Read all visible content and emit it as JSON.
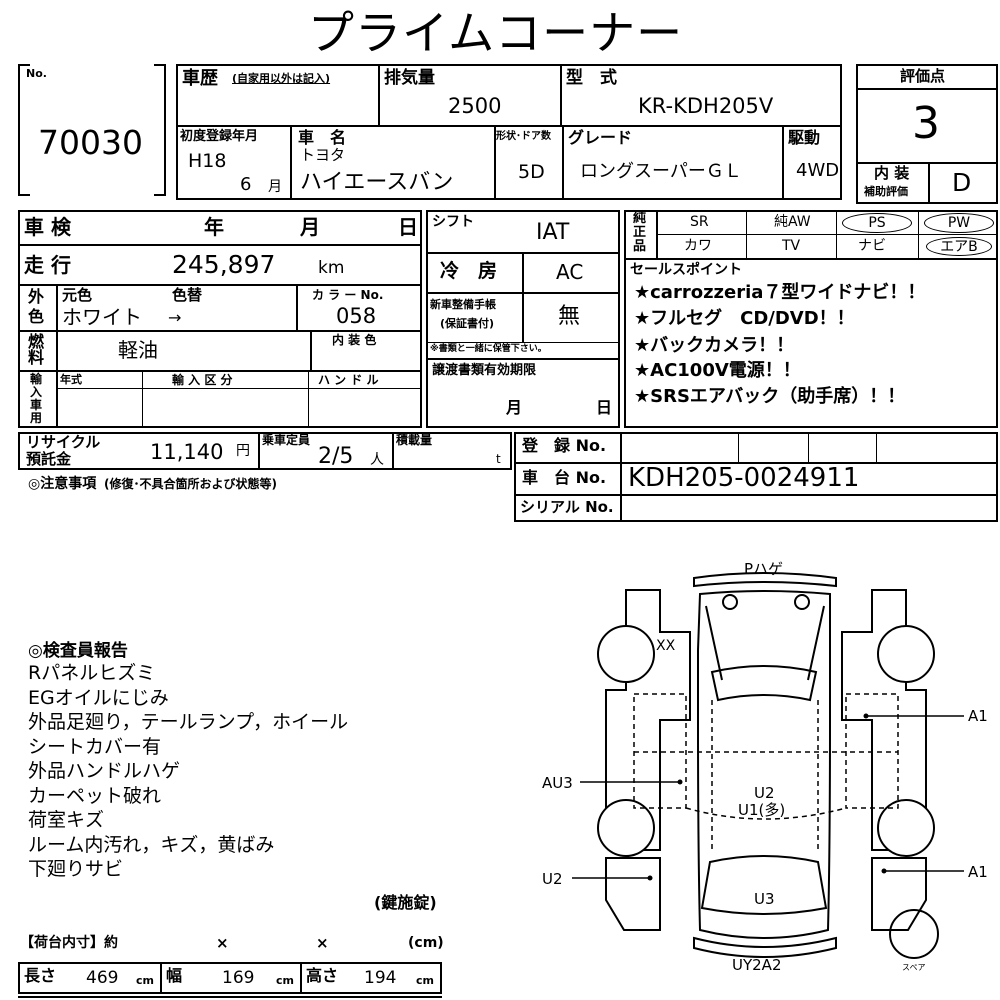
{
  "title": "プライムコーナー",
  "no": {
    "label": "No.",
    "value": "70030"
  },
  "history": {
    "label": "車歴",
    "note": "(自家用以外は記入)"
  },
  "displacement": {
    "label": "排気量",
    "value": "2500"
  },
  "model": {
    "label": "型　式",
    "value": "KR-KDH205V"
  },
  "first_reg": {
    "label": "初度登録年月",
    "year": "H18",
    "month": "6",
    "month_unit": "月"
  },
  "car_name": {
    "label": "車　名",
    "maker": "トヨタ",
    "name": "ハイエースバン"
  },
  "shape": {
    "label": "形状･ドア数",
    "value": "5D"
  },
  "grade": {
    "label": "グレード",
    "value": "ロングスーパーＧＬ"
  },
  "drive": {
    "label": "駆動",
    "value": "4WD"
  },
  "score": {
    "label": "評価点",
    "value": "3"
  },
  "interior_score": {
    "label1": "内 装",
    "label2": "補助評価",
    "value": "D"
  },
  "inspection": {
    "label": "車 検",
    "year": "年",
    "month": "月",
    "day": "日"
  },
  "mileage": {
    "label": "走 行",
    "value": "245,897",
    "unit": "km"
  },
  "color": {
    "side1": "外",
    "side2": "色",
    "orig_label": "元色",
    "change_label": "色替",
    "value": "ホワイト",
    "arrow": "→",
    "code_label": "カ ラ ー No.",
    "code": "058",
    "interior_label": "内 装 色"
  },
  "fuel": {
    "side1": "燃",
    "side2": "料",
    "value": "軽油"
  },
  "import": {
    "side": [
      "輸",
      "入",
      "車",
      "用"
    ],
    "year_label": "年式",
    "class_label": "輸 入 区 分",
    "handle_label": "ハ ン ド ル"
  },
  "shift": {
    "label": "シフト",
    "value": "IAT"
  },
  "ac": {
    "label": "冷　房",
    "value": "AC"
  },
  "manual": {
    "label1": "新車整備手帳",
    "label2": "(保証書付)",
    "value": "無",
    "note": "※書類と一緒に保管下さい。"
  },
  "transfer": {
    "label": "譲渡書類有効期限",
    "month": "月",
    "day": "日"
  },
  "options": {
    "side": [
      "純",
      "正",
      "品"
    ],
    "row1": [
      "SR",
      "純AW",
      "PS",
      "PW"
    ],
    "row2": [
      "カワ",
      "TV",
      "ナビ",
      "エアB"
    ]
  },
  "sales": {
    "label": "セールスポイント",
    "points": [
      "★carrozzeria７型ワイドナビ！！",
      "★フルセグ　CD/DVD！！",
      "★バックカメラ！！",
      "★AC100V電源！！",
      "★SRSエアバック（助手席）！！"
    ]
  },
  "recycle": {
    "label1": "リサイクル",
    "label2": "預託金",
    "value": "11,140",
    "unit": "円"
  },
  "capacity": {
    "label": "乗車定員",
    "value": "2/5",
    "unit": "人"
  },
  "load": {
    "label": "積載量",
    "unit": "t"
  },
  "notes": {
    "label": "◎注意事項",
    "sub": "(修復･不具合箇所および状態等)"
  },
  "registration": {
    "label": "登　録 No.",
    "chassis_label": "車　台 No.",
    "chassis": "KDH205-0024911",
    "serial_label": "シリアル No."
  },
  "inspector": {
    "title": "◎検査員報告",
    "lines": [
      "Rパネルヒズミ",
      "EGオイルにじみ",
      "外品足廻り，テールランプ，ホイール",
      "シートカバー有",
      "外品ハンドルハゲ",
      "カーペット破れ",
      "荷室キズ",
      "ルーム内汚れ，キズ，黄ばみ",
      "下廻りサビ"
    ]
  },
  "key": "(鍵施錠)",
  "cargo": {
    "label": "【荷台内寸】約",
    "x1": "×",
    "x2": "×",
    "unit_label": "(cm)",
    "length_label": "長さ",
    "length": "469",
    "width_label": "幅",
    "width": "169",
    "height_label": "高さ",
    "height": "194",
    "cm": "cm"
  },
  "diagram": {
    "p": "Pハゲ",
    "xx": "XX",
    "a1_top": "A1",
    "au3": "AU3",
    "u2": "U2",
    "u1": "U1(多)",
    "a1_bottom": "A1",
    "u2_left": "U2",
    "u3": "U3",
    "uy2a2": "UY2A2",
    "spare": "スペア"
  }
}
